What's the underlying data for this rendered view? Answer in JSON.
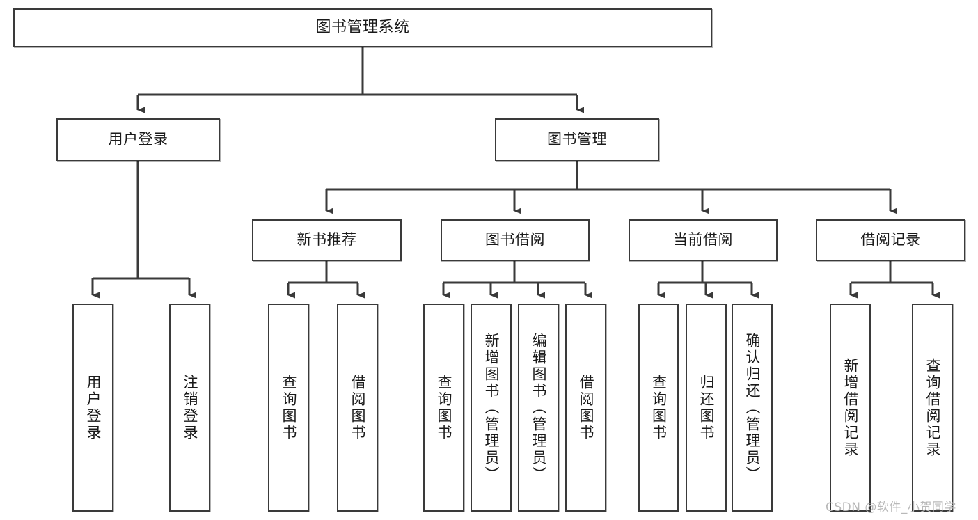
{
  "diagram": {
    "title": "图书管理系统",
    "type": "hierarchy-tree",
    "watermark": "CSDN @软件_小贺同学",
    "colors": {
      "box_border": "#3a3a3a",
      "box_fill": "#ffffff",
      "connector": "#3a3a3a",
      "text": "#1a1a1a",
      "watermark": "#b9b9b9"
    },
    "nodes": {
      "root": {
        "label": "图书管理系统"
      },
      "level2": [
        {
          "id": "user-login",
          "label": "用户登录"
        },
        {
          "id": "book-manage",
          "label": "图书管理"
        }
      ],
      "level3": [
        {
          "id": "new-book-recommend",
          "label": "新书推荐"
        },
        {
          "id": "book-borrow",
          "label": "图书借阅"
        },
        {
          "id": "current-borrow",
          "label": "当前借阅"
        },
        {
          "id": "borrow-record",
          "label": "借阅记录"
        }
      ],
      "leaves": {
        "user_login": [
          {
            "id": "leaf-user-login",
            "label": "用户登录"
          },
          {
            "id": "leaf-logout",
            "label": "注销登录"
          }
        ],
        "new_book_recommend": [
          {
            "id": "leaf-query-book-1",
            "label": "查询图书"
          },
          {
            "id": "leaf-borrow-book-1",
            "label": "借阅图书"
          }
        ],
        "book_borrow": [
          {
            "id": "leaf-query-book-2",
            "label": "查询图书"
          },
          {
            "id": "leaf-add-book",
            "label": "新增图书（管理员）"
          },
          {
            "id": "leaf-edit-book",
            "label": "编辑图书（管理员）"
          },
          {
            "id": "leaf-borrow-book-2",
            "label": "借阅图书"
          }
        ],
        "current_borrow": [
          {
            "id": "leaf-query-book-3",
            "label": "查询图书"
          },
          {
            "id": "leaf-return-book",
            "label": "归还图书"
          },
          {
            "id": "leaf-confirm-return",
            "label": "确认归还（管理员）"
          }
        ],
        "borrow_record": [
          {
            "id": "leaf-add-record",
            "label": "新增借阅记录"
          },
          {
            "id": "leaf-query-record",
            "label": "查询借阅记录"
          }
        ]
      }
    }
  }
}
